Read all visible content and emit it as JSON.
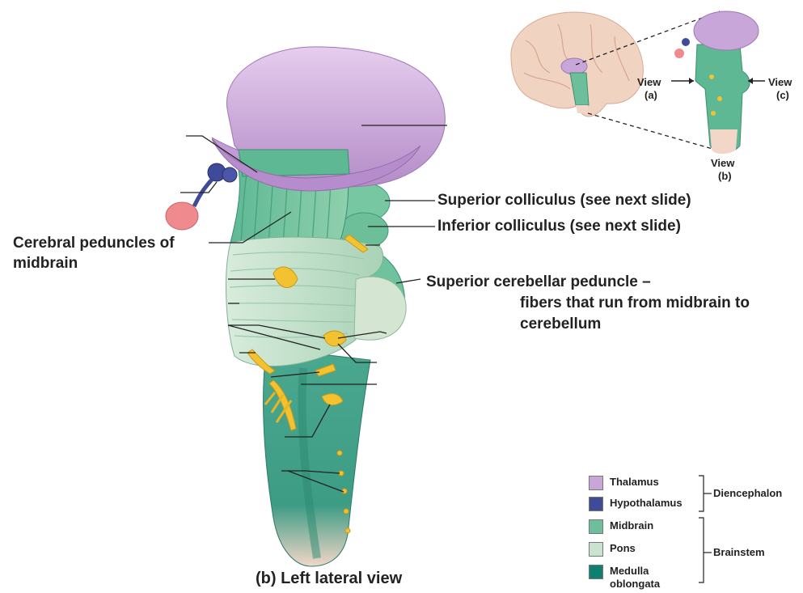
{
  "labels": {
    "superior_colliculus": "Superior colliculus (see next slide)",
    "inferior_colliculus": "Inferior colliculus (see next slide)",
    "cerebral_peduncles_1": "Cerebral peduncles of",
    "cerebral_peduncles_2": "midbrain",
    "sup_cereb_ped_1": "Superior cerebellar peduncle –",
    "sup_cereb_ped_2": "fibers that run from midbrain to",
    "sup_cereb_ped_3": "cerebellum",
    "caption": "(b) Left lateral view"
  },
  "inset": {
    "view_a_1": "View",
    "view_a_2": "(a)",
    "view_b_1": "View",
    "view_b_2": "(b)",
    "view_c_1": "View",
    "view_c_2": "(c)"
  },
  "legend": {
    "items": [
      {
        "label": "Thalamus",
        "color": "#c9a6d9"
      },
      {
        "label": "Hypothalamus",
        "color": "#3f4a99"
      },
      {
        "label": "Midbrain",
        "color": "#6cbf9a"
      },
      {
        "label": "Pons",
        "color": "#c8e3cf"
      },
      {
        "label": "Medulla oblongata",
        "color": "#0f7f70"
      }
    ],
    "groups": {
      "diencephalon": "Diencephalon",
      "brainstem": "Brainstem"
    }
  },
  "colors": {
    "thalamus": "#c9a6d9",
    "hypothalamus": "#3f4a99",
    "midbrain": "#6cbf9a",
    "pons": "#c8e3cf",
    "medulla": "#3d9f87",
    "nerve": "#f2c230",
    "pituitary": "#ef8a8f"
  }
}
